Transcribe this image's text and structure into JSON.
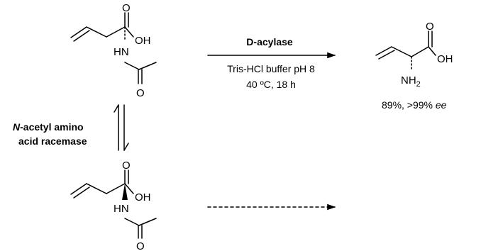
{
  "molecules": {
    "d_substrate": {
      "o": "O",
      "oh": "OH",
      "hn": "HN",
      "o_amide": "O"
    },
    "product": {
      "o": "O",
      "oh": "OH",
      "nh": "NH",
      "nh_sub": "2"
    },
    "l_substrate": {
      "o": "O",
      "oh": "OH",
      "hn": "HN",
      "o_amide": "O"
    }
  },
  "reaction": {
    "enzyme_prefix": "D",
    "enzyme_suffix": "-acylase",
    "conditions_line1": "Tris-HCl buffer pH 8",
    "conditions_line2": "40 ºC, 18 h",
    "yield_text": "89%, >99% ",
    "ee_text": "ee"
  },
  "racemase": {
    "n_prefix": "N",
    "line1_rest": "-acetyl amino",
    "line2": "acid racemase"
  }
}
